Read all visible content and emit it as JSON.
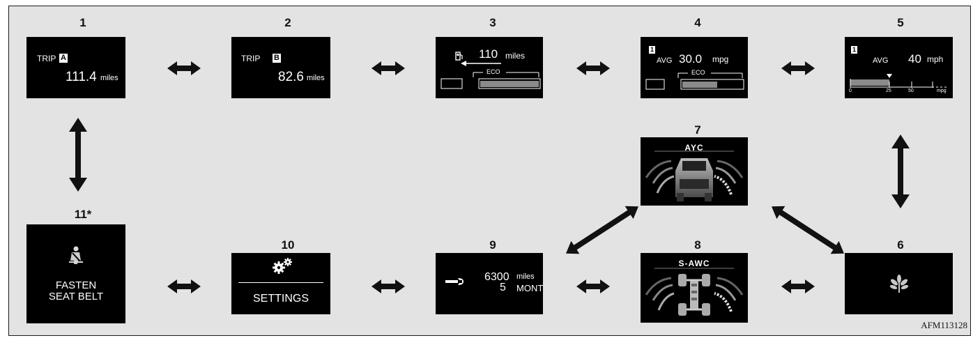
{
  "screens": [
    {
      "id": "1",
      "label": "1",
      "trip_text": "TRIP",
      "trip_badge": "A",
      "value": "111.4",
      "unit": "miles"
    },
    {
      "id": "2",
      "label": "2",
      "trip_text": "TRIP",
      "trip_badge": "B",
      "value": "82.6",
      "unit": "miles"
    },
    {
      "id": "3",
      "label": "3",
      "value": "110",
      "unit": "miles",
      "eco": "ECO"
    },
    {
      "id": "4",
      "label": "4",
      "badge": "1",
      "avg": "AVG",
      "value": "30.0",
      "unit": "mpg",
      "eco": "ECO"
    },
    {
      "id": "5",
      "label": "5",
      "badge": "1",
      "avg": "AVG",
      "value": "40",
      "unit": "mph",
      "scale": [
        "0",
        "25",
        "50",
        "mpg"
      ],
      "level_fraction": 0.5
    },
    {
      "id": "6",
      "label": "6",
      "icon": "eco-leaf-icon"
    },
    {
      "id": "7",
      "label": "7",
      "title": "AYC"
    },
    {
      "id": "8",
      "label": "8",
      "title": "S-AWC"
    },
    {
      "id": "9",
      "label": "9",
      "miles_value": "6300",
      "miles_unit": "miles",
      "month_value": "5",
      "month_unit": "MONTH"
    },
    {
      "id": "10",
      "label": "10",
      "text": "SETTINGS"
    },
    {
      "id": "11",
      "label": "11*",
      "line1": "FASTEN",
      "line2": "SEAT BELT"
    }
  ],
  "figure_code": "AFM113128"
}
